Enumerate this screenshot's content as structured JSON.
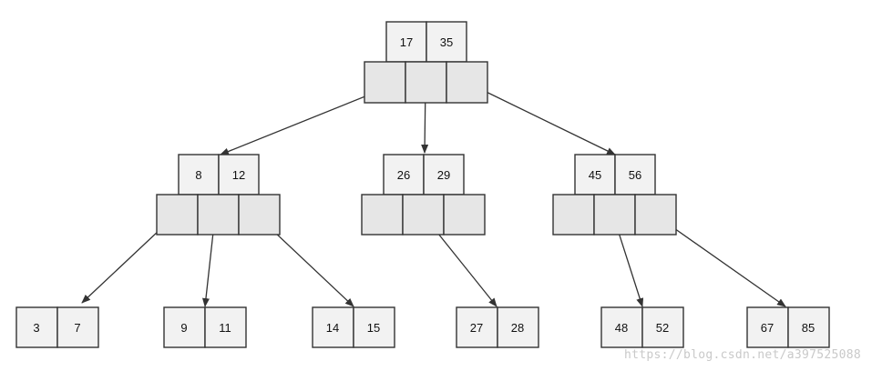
{
  "tree": {
    "root": {
      "keys": [
        "17",
        "35"
      ]
    },
    "level1": [
      {
        "keys": [
          "8",
          "12"
        ]
      },
      {
        "keys": [
          "26",
          "29"
        ]
      },
      {
        "keys": [
          "45",
          "56"
        ]
      }
    ],
    "leaves": [
      {
        "keys": [
          "3",
          "7"
        ]
      },
      {
        "keys": [
          "9",
          "11"
        ]
      },
      {
        "keys": [
          "14",
          "15"
        ]
      },
      {
        "keys": [
          "27",
          "28"
        ]
      },
      {
        "keys": [
          "48",
          "52"
        ]
      },
      {
        "keys": [
          "67",
          "85"
        ]
      }
    ]
  },
  "watermark": "https://blog.csdn.net/a397525088",
  "colors": {
    "line": "#333333",
    "cell": "#f2f2f2",
    "pointer_cell": "#e6e6e6"
  }
}
